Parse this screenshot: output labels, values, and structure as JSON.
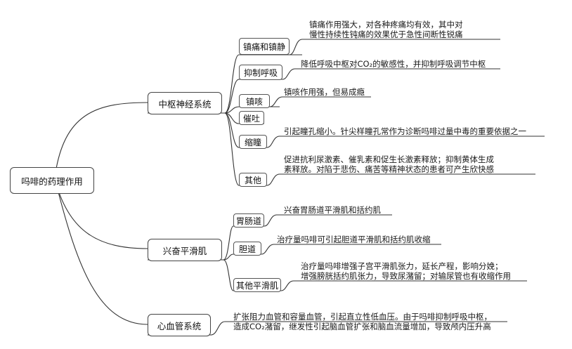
{
  "root": {
    "label": "吗啡的药理作用"
  },
  "cns": {
    "label": "中枢神经系统",
    "analgesia": {
      "label": "镇痛和镇静",
      "line1": "镇痛作用强大，对各种疼痛均有效，其中对",
      "line2": "慢性持续性钝痛的效果优于急性间断性锐痛"
    },
    "respiration": {
      "label": "抑制呼吸",
      "line1": "降低呼吸中枢对CO₂的敏感性，并抑制呼吸调节中枢"
    },
    "antitussive": {
      "label": "镇咳",
      "line1": "镇咳作用强，但易成瘾"
    },
    "emesis": {
      "label": "催吐"
    },
    "miosis": {
      "label": "缩瞳",
      "line1": "引起瞳孔缩小。针尖样瞳孔常作为诊断吗啡过量中毒的重要依据之一"
    },
    "other": {
      "label": "其他",
      "line1": "促进抗利尿激素、催乳素和促生长激素释放；抑制黄体生成",
      "line2": "素释放。对陷于悲伤、痛苦等精神状态的患者可产生欣快感"
    }
  },
  "smooth": {
    "label": "兴奋平滑肌",
    "gi": {
      "label": "胃肠道",
      "line1": "兴奋胃肠道平滑肌和括约肌"
    },
    "bile": {
      "label": "胆道",
      "line1": "治疗量吗啡可引起胆道平滑肌和括约肌收缩"
    },
    "others": {
      "label": "其他平滑肌",
      "line1": "治疗量吗啡增强子宫平滑肌张力，延长产程，影响分娩；",
      "line2": "增强膀胱括约肌张力，导致尿潴留；对输尿管也有收缩作用"
    }
  },
  "cardio": {
    "label": "心血管系统",
    "line1": "扩张阻力血管和容量血管，引起直立性低血压。由于吗啡抑制呼吸中枢，",
    "line2": "造成CO₂潴留，继发性引起脑血管扩张和脑血流量增加，导致颅内压升高"
  }
}
